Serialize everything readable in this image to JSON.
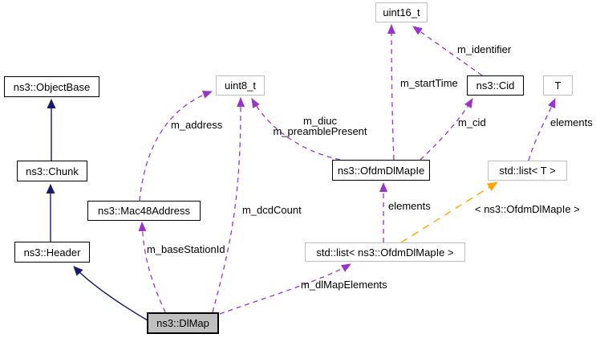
{
  "diagram": {
    "kind": "collaboration-graph",
    "colors": {
      "background": "#ffffff",
      "inheritance_edge": "#191970",
      "usage_edge": "#9a32cd",
      "template_edge": "#ffa500",
      "linked_node_border": "#000000",
      "plain_node_border": "#c0c0c0",
      "current_node_fill": "#bfbfbf",
      "text": "#000000"
    },
    "nodes": {
      "objectbase": {
        "label": "ns3::ObjectBase"
      },
      "chunk": {
        "label": "ns3::Chunk"
      },
      "header": {
        "label": "ns3::Header"
      },
      "dlmap": {
        "label": "ns3::DlMap"
      },
      "mac48address": {
        "label": "ns3::Mac48Address"
      },
      "uint8_t": {
        "label": "uint8_t"
      },
      "uint16_t": {
        "label": "uint16_t"
      },
      "ofdmdlmapie": {
        "label": "ns3::OfdmDlMapIe"
      },
      "cid": {
        "label": "ns3::Cid"
      },
      "t": {
        "label": "T"
      },
      "list_t": {
        "label": "std::list< T >"
      },
      "list_ofdmdlmapie": {
        "label": "std::list< ns3::OfdmDlMapIe >"
      }
    },
    "edge_labels": {
      "m_address": "m_address",
      "m_diuc": "m_diuc",
      "m_preamblePresent": "m_preamblePresent",
      "m_startTime": "m_startTime",
      "m_identifier": "m_identifier",
      "m_cid": "m_cid",
      "elements_t": "elements",
      "elements_list": "elements",
      "template_args": "< ns3::OfdmDlMapIe >",
      "m_dcdCount": "m_dcdCount",
      "m_baseStationId": "m_baseStationId",
      "m_dlMapElements": "m_dlMapElements"
    }
  }
}
